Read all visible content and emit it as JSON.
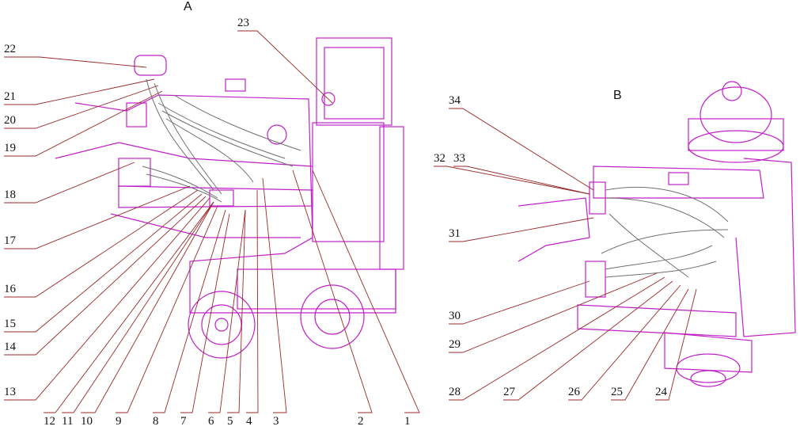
{
  "views": {
    "a": "A",
    "b": "B"
  },
  "colors": {
    "machine": "#c020c8",
    "leader": "#9a2a2a",
    "hose": "#707070",
    "text": "#111111"
  },
  "callouts": [
    "1",
    "2",
    "3",
    "4",
    "5",
    "6",
    "7",
    "8",
    "9",
    "10",
    "11",
    "12",
    "13",
    "14",
    "15",
    "16",
    "17",
    "18",
    "19",
    "20",
    "21",
    "22",
    "23",
    "24",
    "25",
    "26",
    "27",
    "28",
    "29",
    "30",
    "31",
    "32",
    "33",
    "34"
  ]
}
